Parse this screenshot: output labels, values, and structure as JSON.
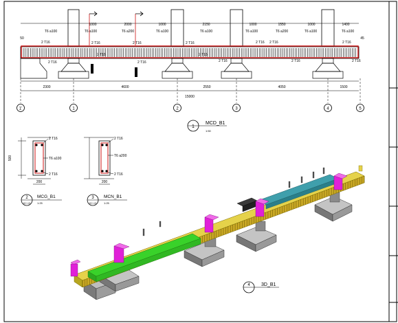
{
  "main_view": {
    "dims_top": [
      "1000",
      "2000",
      "1000",
      "2150",
      "1000",
      "1550",
      "1000",
      "1400"
    ],
    "stirrup_labels": [
      "T6 a100",
      "T6 a100",
      "T6 a200",
      "T6 a100",
      "T6 a100",
      "T6 a100",
      "T6 a200",
      "T6 a100",
      "T6 a100"
    ],
    "rebar_labels": [
      "2 T16",
      "2 T16",
      "2 T16",
      "2 T16",
      "2 T16",
      "2 T16",
      "2 T16",
      "2 T16",
      "2 T16",
      "2 T16",
      "2 T16",
      "2 T16",
      "2 T16",
      "2 T16"
    ],
    "dims_bottom": [
      "2300",
      "4600",
      "2550",
      "4050",
      "1500"
    ],
    "dim_total": "15000",
    "side_dims": [
      "50",
      "45"
    ],
    "grid_marks": [
      "1'",
      "1",
      "2",
      "3",
      "4",
      "5"
    ],
    "title": "MCD_B1",
    "title_num": "1",
    "scale": "1:50"
  },
  "sections": [
    {
      "num": "2",
      "ref": "KC-13",
      "title": "MCG_B1",
      "scale": "1:25",
      "top": "2 T16",
      "mid": "T6 a100",
      "bot": "2 T16",
      "height": "500",
      "width": "200"
    },
    {
      "num": "3",
      "ref": "KC-13",
      "title": "MCN_B1",
      "scale": "1:25",
      "top": "2 T16",
      "mid": "T6 a200",
      "bot": "2 T16",
      "height": "",
      "width": "200"
    }
  ],
  "view3d": {
    "num": "4",
    "title": "3D_B1"
  },
  "colors": {
    "rebar_red": "#cc1111",
    "beam_yellow": "#d8c11a",
    "pier_magenta": "#e020d8",
    "green": "#33cc22",
    "teal": "#2a8c9a",
    "grey": "#8c8c8c"
  }
}
